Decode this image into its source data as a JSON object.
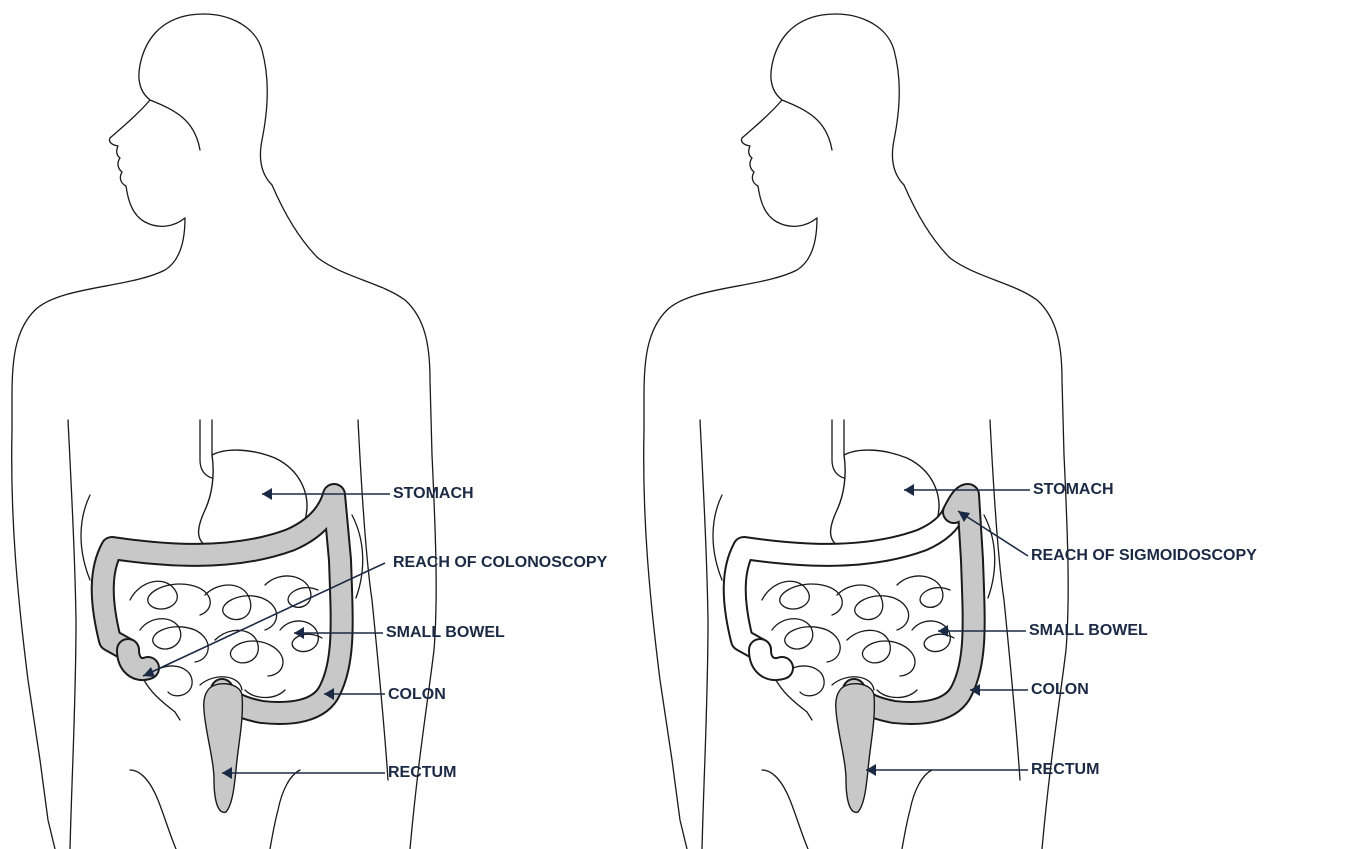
{
  "panels": [
    {
      "id": "colonoscopy",
      "labels": {
        "stomach": "STOMACH",
        "reach": "REACH OF COLONOSCOPY",
        "small_bowel": "SMALL BOWEL",
        "colon": "COLON",
        "rectum": "RECTUM"
      }
    },
    {
      "id": "sigmoidoscopy",
      "labels": {
        "stomach": "STOMACH",
        "reach": "REACH OF SIGMOIDOSCOPY",
        "small_bowel": "SMALL BOWEL",
        "colon": "COLON",
        "rectum": "RECTUM"
      }
    }
  ],
  "colors": {
    "label_text": "#1b2a44",
    "shaded_region": "#c8c8c8",
    "outline": "#1a1a1a"
  }
}
